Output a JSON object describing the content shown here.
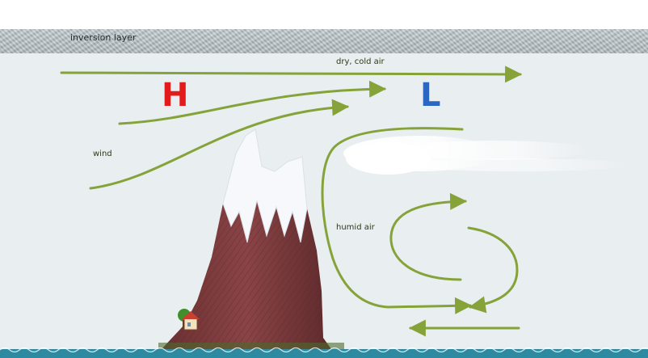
{
  "labels": {
    "inversion": "inversion layer",
    "dry_cold_air": "dry, cold air",
    "high": "H",
    "low": "L",
    "wind": "wind",
    "humid_air": "humid air"
  },
  "colors": {
    "high": "#e31b1b",
    "low": "#2a66c2",
    "arrow": "#86a33a",
    "mountain": "#7c3a3c",
    "snow": "#f6f8fb",
    "water": "#2d8aa0"
  }
}
